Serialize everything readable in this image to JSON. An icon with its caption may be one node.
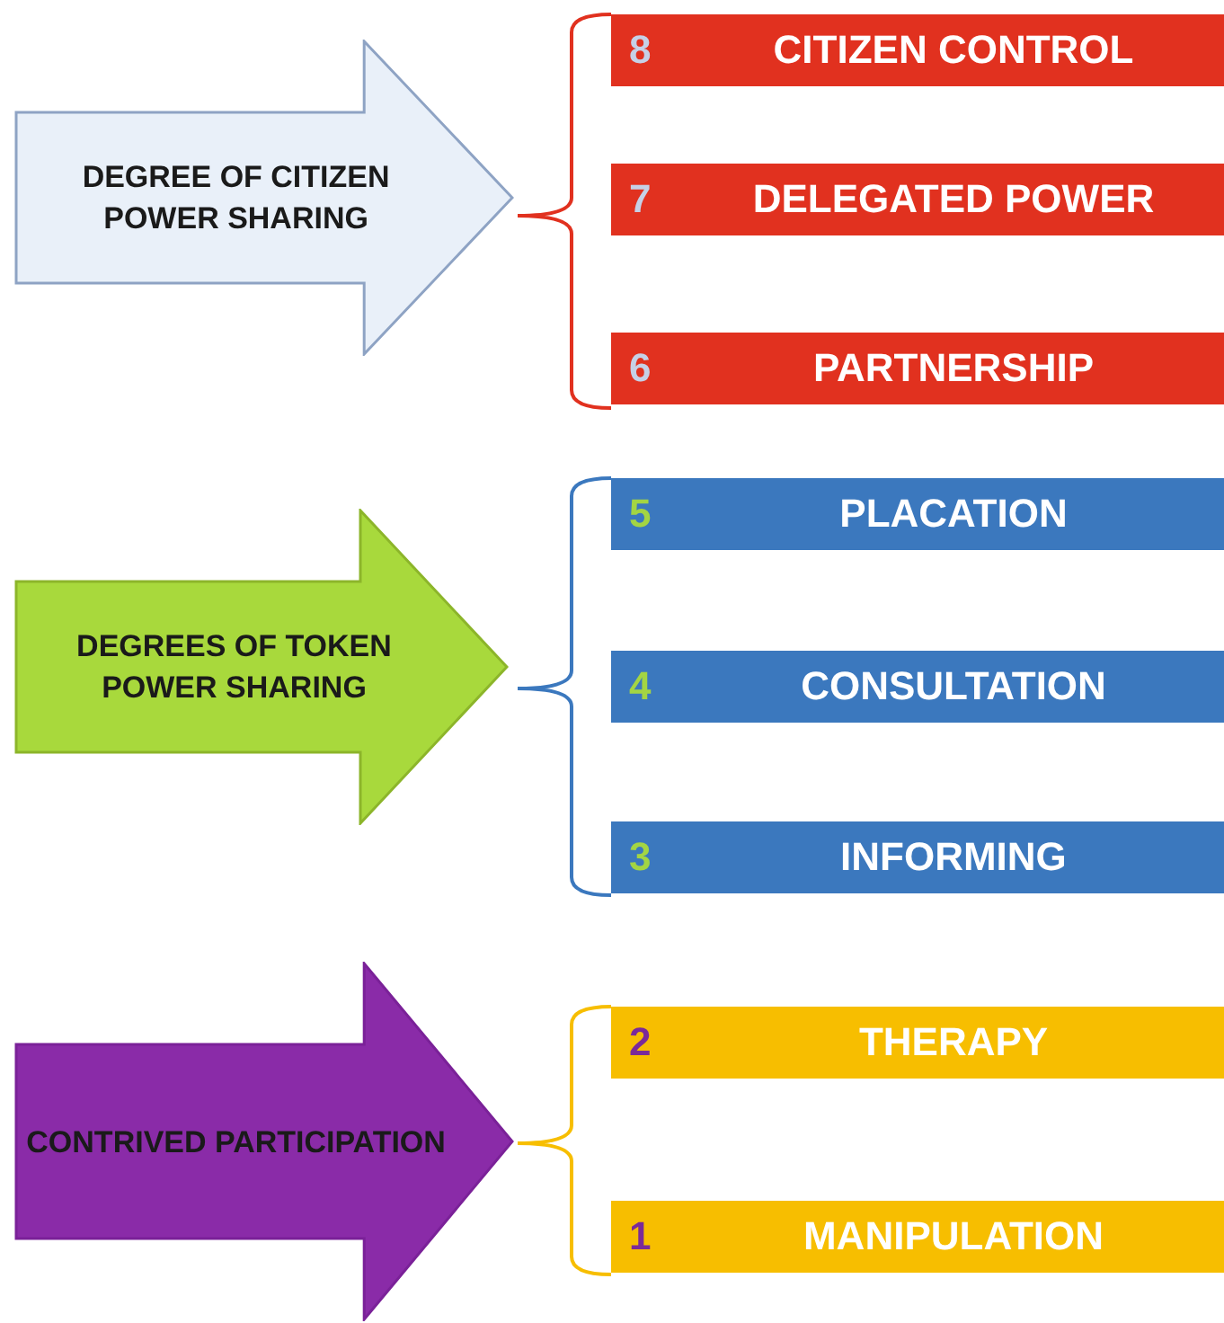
{
  "diagram": {
    "nodes": [
      {
        "text": [
          "DEGREE OF CITIZEN POWER SHARING"
        ]
      },
      {
        "text": [
          "8",
          "CITIZEN CONTROL"
        ]
      },
      {
        "text": [
          "7",
          "DELEGATED POWER"
        ]
      },
      {
        "text": [
          "6",
          "PARTNERSHIP"
        ]
      },
      {
        "text": [
          "DEGREES OF TOKEN POWER SHARING"
        ]
      },
      {
        "text": [
          "5",
          "PLACATION"
        ]
      },
      {
        "text": [
          "4",
          "CONSULTATION"
        ]
      },
      {
        "text": [
          "3",
          "INFORMING"
        ]
      },
      {
        "text": [
          "CONTRIVED PARTICIPATION"
        ]
      },
      {
        "text": [
          "2",
          "THERAPY"
        ]
      },
      {
        "text": [
          "1",
          "MANIPULATION"
        ]
      }
    ]
  }
}
